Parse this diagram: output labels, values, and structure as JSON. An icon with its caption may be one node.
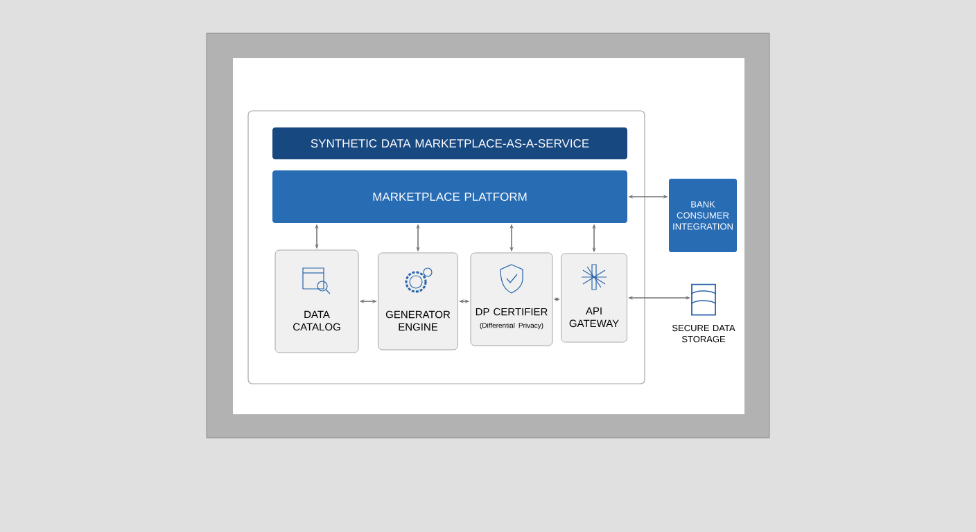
{
  "diagram": {
    "nodes": [
      {
        "text": [],
        "shape": "box"
      },
      {
        "text": [
          "SYNTHETIC DATA MARKETPLACE-AS-A-SERVICE"
        ],
        "in": 0
      },
      {
        "text": [
          "MARKETPLACE PLATFORM"
        ],
        "in": 0
      },
      {
        "text": [
          "DATA CATALOG"
        ],
        "in": 0
      },
      {
        "text": [
          "GENERATOR ENGINE"
        ],
        "in": 0
      },
      {
        "text": [
          "DP CERTIFIER",
          "(Differential Privacy)"
        ],
        "in": 0
      },
      {
        "text": [
          "API GATEWAY"
        ],
        "in": 0
      },
      {
        "text": [
          "BANK CONSUMER INTEGRATION"
        ]
      },
      {
        "text": [],
        "shape": "cylinder",
        "beside": [
          "SECURE DATA STORAGE"
        ]
      }
    ],
    "edges": [
      {
        "from": 2,
        "to": 3,
        "arrow": "both"
      },
      {
        "from": 2,
        "to": 4,
        "arrow": "both"
      },
      {
        "from": 2,
        "to": 5,
        "arrow": "both"
      },
      {
        "from": 2,
        "to": 6,
        "arrow": "both"
      },
      {
        "from": 3,
        "to": 4,
        "arrow": "both"
      },
      {
        "from": 4,
        "to": 5,
        "arrow": "both"
      },
      {
        "from": 5,
        "to": 6,
        "arrow": "both"
      },
      {
        "from": 2,
        "to": 7,
        "arrow": "both"
      },
      {
        "from": 6,
        "to": 8,
        "arrow": "both"
      }
    ]
  }
}
